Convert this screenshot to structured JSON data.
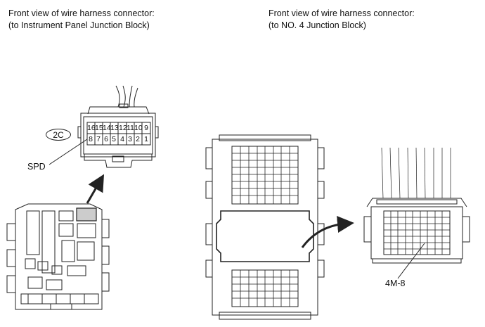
{
  "captions": {
    "left_line1": "Front view of wire harness connector:",
    "left_line2": "(to Instrument Panel Junction Block)",
    "right_line1": "Front view of wire harness connector:",
    "right_line2": "(to NO. 4 Junction Block)"
  },
  "labels": {
    "connector_2c": "2C",
    "spd": "SPD",
    "connector_4m8": "4M-8"
  },
  "pins": {
    "top_row": [
      "16",
      "15",
      "14",
      "13",
      "12",
      "11",
      "10",
      "9"
    ],
    "bottom_row": [
      "8",
      "7",
      "6",
      "5",
      "4",
      "3",
      "2",
      "1"
    ]
  },
  "colors": {
    "line": "#222222",
    "highlight": "#cccccc"
  }
}
